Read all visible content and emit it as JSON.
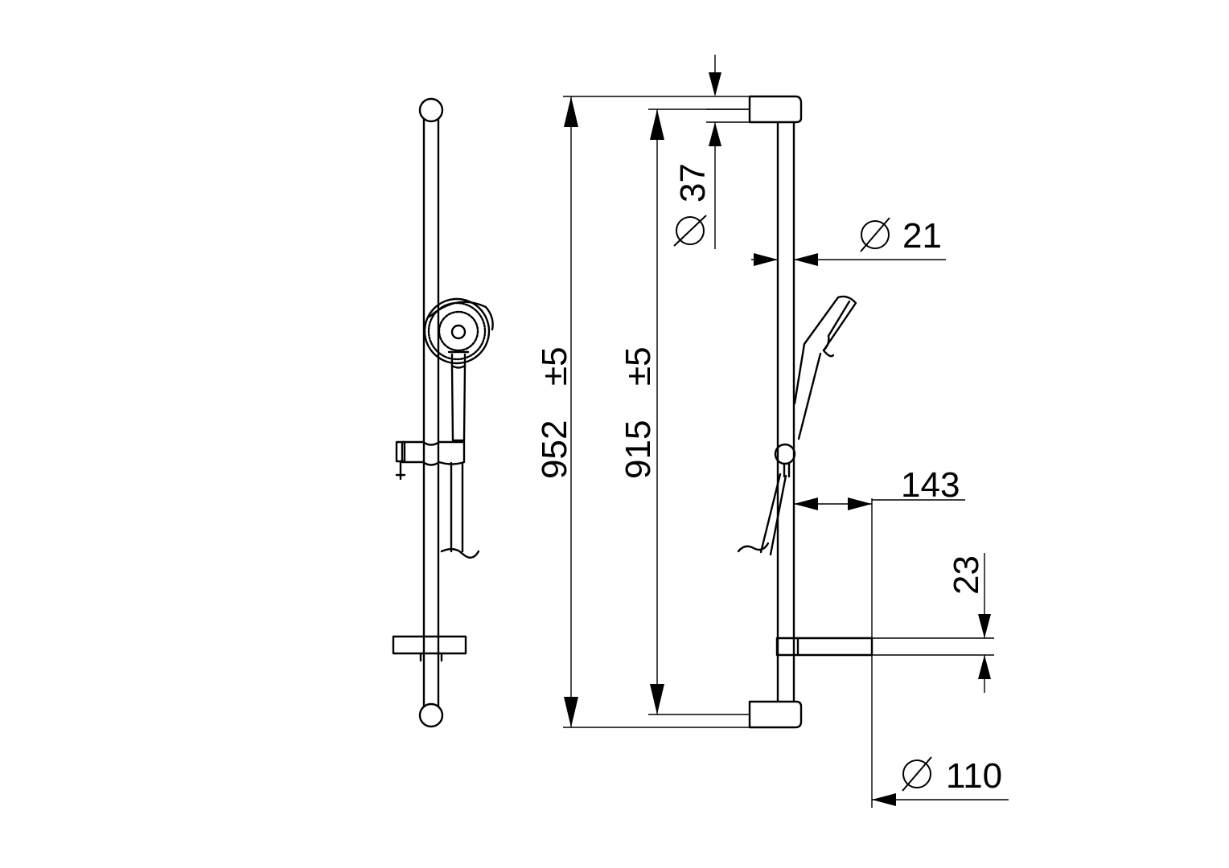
{
  "dimensions": {
    "overall_length": {
      "value": "952",
      "tolerance": "±5"
    },
    "bracket_spacing": {
      "value": "915",
      "tolerance": "±5"
    },
    "bracket_diameter": "37",
    "rail_diameter": "21",
    "projection": "143",
    "soap_dish_height": "23",
    "soap_dish_diameter": "110"
  },
  "symbols": {
    "diameter": "⌀"
  }
}
